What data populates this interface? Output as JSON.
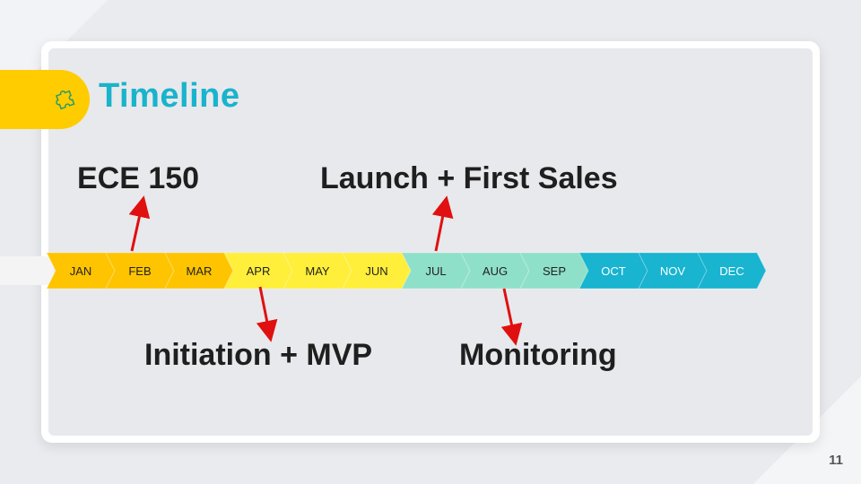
{
  "slide": {
    "title": "Timeline",
    "page_number": "11",
    "title_icon": "puzzle-icon",
    "colors": {
      "accent_yellow": "#ffcc00",
      "title_teal": "#1ab3cc",
      "arrow_red": "#e01010"
    }
  },
  "timeline": {
    "months": [
      {
        "label": "JAN",
        "color": "#ffc400"
      },
      {
        "label": "FEB",
        "color": "#ffc400"
      },
      {
        "label": "MAR",
        "color": "#ffc400"
      },
      {
        "label": "APR",
        "color": "#ffef3a"
      },
      {
        "label": "MAY",
        "color": "#ffef3a"
      },
      {
        "label": "JUN",
        "color": "#ffef3a"
      },
      {
        "label": "JUL",
        "color": "#8fe0c8"
      },
      {
        "label": "AUG",
        "color": "#8fe0c8"
      },
      {
        "label": "SEP",
        "color": "#8fe0c8"
      },
      {
        "label": "OCT",
        "color": "#18b4d0"
      },
      {
        "label": "NOV",
        "color": "#18b4d0"
      },
      {
        "label": "DEC",
        "color": "#18b4d0"
      }
    ],
    "milestones": {
      "ece150": "ECE 150",
      "launch": "Launch + First Sales",
      "initiation": "Initiation + MVP",
      "monitoring": "Monitoring"
    }
  }
}
